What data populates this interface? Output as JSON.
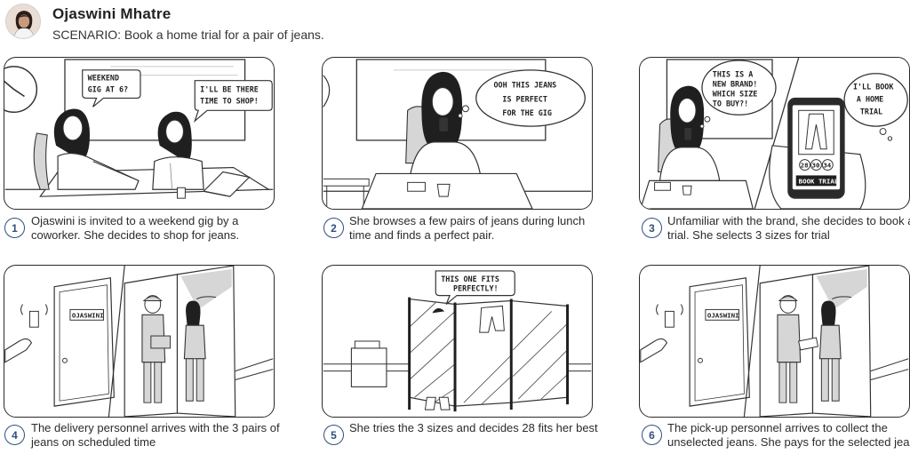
{
  "persona": {
    "name": "Ojaswini Mhatre",
    "scenario_label": "SCENARIO:",
    "scenario_text": "Book a home trial for a pair of jeans."
  },
  "panels": [
    {
      "number": "1",
      "caption": "Ojaswini is invited to a weekend gig by a coworker. She decides to shop for jeans.",
      "bubbles": [
        "WEEKEND",
        "GIG AT 6?",
        "I'LL BE THERE",
        "TIME TO SHOP!"
      ]
    },
    {
      "number": "2",
      "caption": "She browses a few pairs of jeans during lunch time and finds a perfect pair.",
      "bubbles": [
        "OOH THIS JEANS",
        "IS PERFECT",
        "FOR THE GIG"
      ]
    },
    {
      "number": "3",
      "caption": "Unfamiliar with the brand, she decides to book a trial. She selects 3 sizes for trial",
      "bubbles": [
        "THIS IS A",
        "NEW BRAND!",
        "WHICH SIZE",
        "TO BUY?!",
        "I'LL BOOK",
        "A HOME",
        "TRIAL"
      ],
      "phone": {
        "sizes": [
          "28",
          "30",
          "34"
        ],
        "button": "BOOK TRIAL"
      }
    },
    {
      "number": "4",
      "caption": "The delivery personnel arrives with the 3 pairs of jeans on scheduled time",
      "door_sign": "OJASWINI"
    },
    {
      "number": "5",
      "caption": "She tries the 3 sizes and decides 28 fits her best",
      "bubbles": [
        "THIS ONE FITS",
        "PERFECTLY!"
      ]
    },
    {
      "number": "6",
      "caption": "The pick-up personnel arrives to collect the unselected jeans. She pays for the selected jeans.",
      "door_sign": "OJASWINI"
    }
  ],
  "colors": {
    "accent": "#2f4f7f",
    "ink": "#2a2a2a",
    "shade": "#d6d6d6"
  }
}
